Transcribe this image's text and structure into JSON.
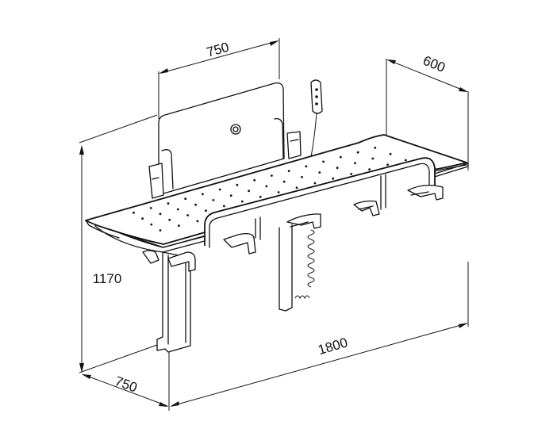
{
  "dimensions": {
    "backrest_width": "750",
    "table_depth": "600",
    "height": "1170",
    "wall_depth": "750",
    "table_length": "1800"
  },
  "colors": {
    "line": "#111111",
    "background": "#ffffff"
  }
}
